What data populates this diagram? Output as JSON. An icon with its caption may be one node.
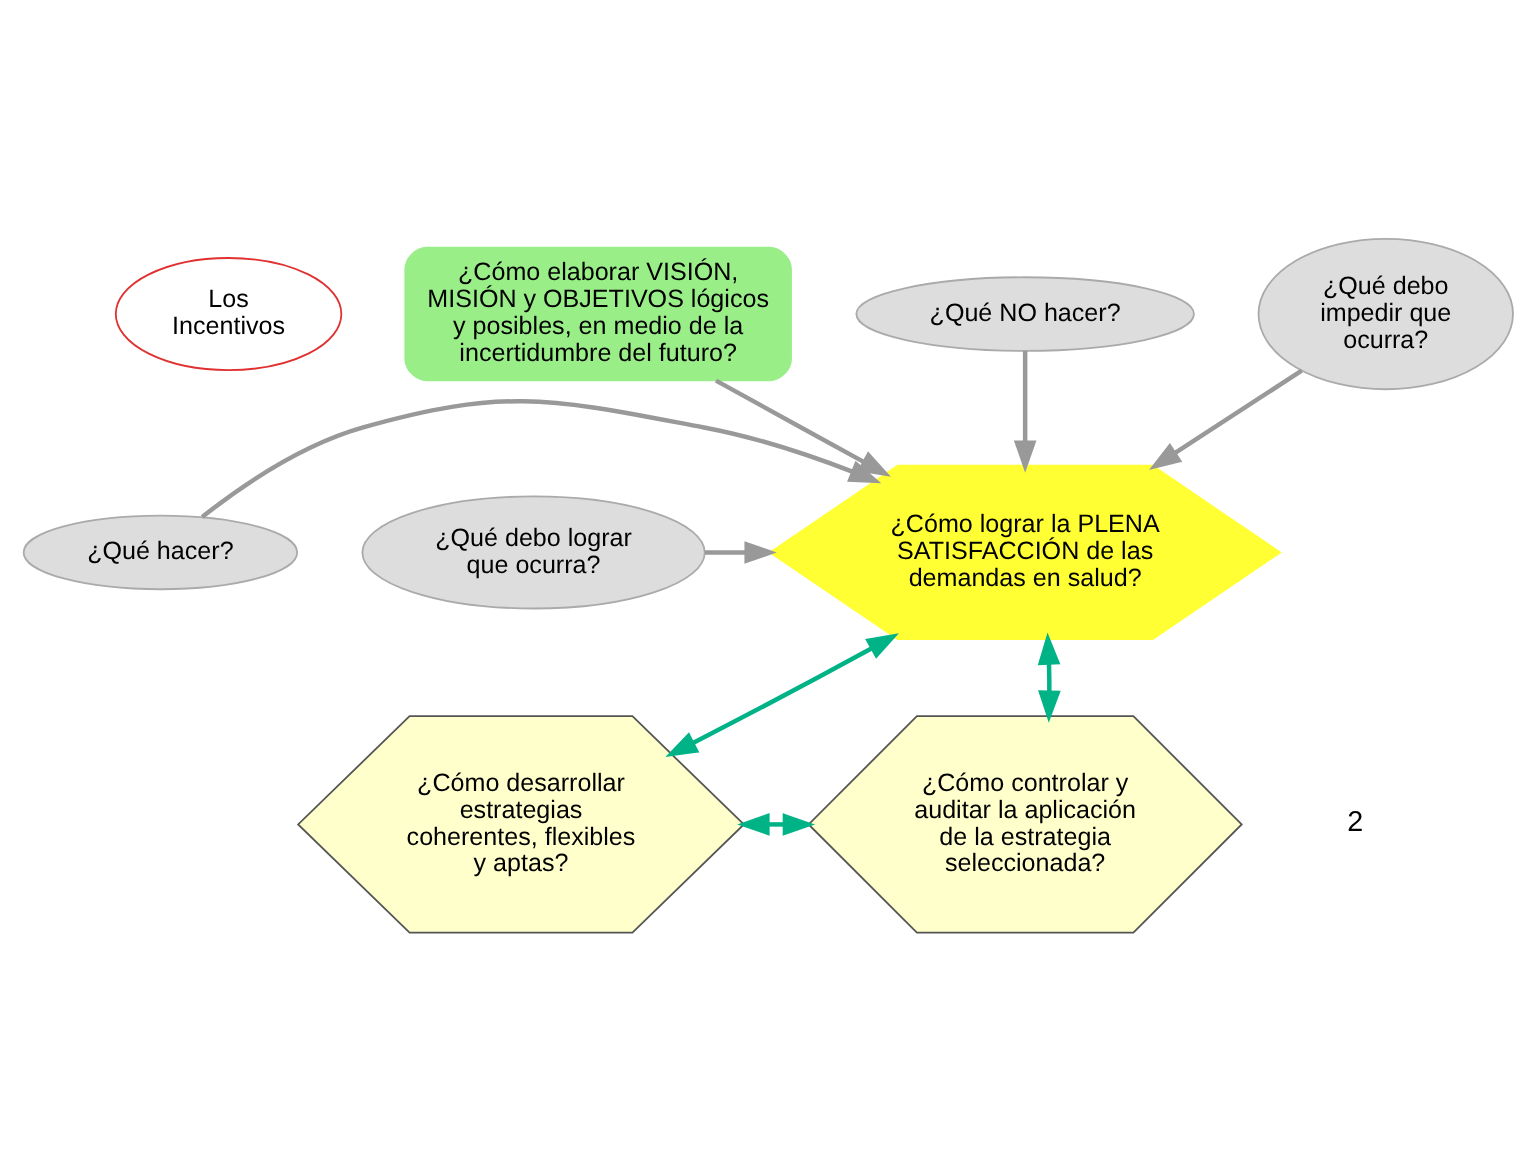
{
  "diagram": {
    "nodes": [
      {
        "text": [
          "Los Incentivos"
        ]
      },
      {
        "text": [
          "¿Cómo elaborar VISIÓN, MISIÓN y OBJETIVOS lógicos y posibles, en medio de la incertidumbre del futuro?"
        ]
      },
      {
        "text": [
          "¿Cómo lograr la PLENA SATISFACCIÓN de las demandas en salud?"
        ]
      },
      {
        "text": [
          "¿Qué NO hacer?"
        ]
      },
      {
        "text": [
          "¿Qué debo impedir que ocurra?"
        ]
      },
      {
        "text": [
          "¿Qué hacer?"
        ]
      },
      {
        "text": [
          "¿Qué debo lograr que ocurra?"
        ]
      },
      {
        "text": [
          "¿Cómo desarrollar estrategias coherentes, flexibles y aptas?"
        ]
      },
      {
        "text": [
          "¿Cómo controlar y auditar la aplicación de la estrategia seleccionada?"
        ]
      }
    ],
    "edges": [
      {
        "from": 1,
        "to": 2,
        "arrow": "to"
      },
      {
        "from": 3,
        "to": 2,
        "arrow": "to"
      },
      {
        "from": 4,
        "to": 2,
        "arrow": "to"
      },
      {
        "from": 5,
        "to": 2,
        "arrow": "to"
      },
      {
        "from": 6,
        "to": 2,
        "arrow": "to"
      },
      {
        "from": 7,
        "to": 2,
        "arrow": "both",
        "color": "#00b386"
      },
      {
        "from": 8,
        "to": 2,
        "arrow": "both",
        "color": "#00b386"
      },
      {
        "from": 7,
        "to": 8,
        "arrow": "both",
        "color": "#00b386"
      }
    ],
    "labels": [
      "2"
    ]
  }
}
